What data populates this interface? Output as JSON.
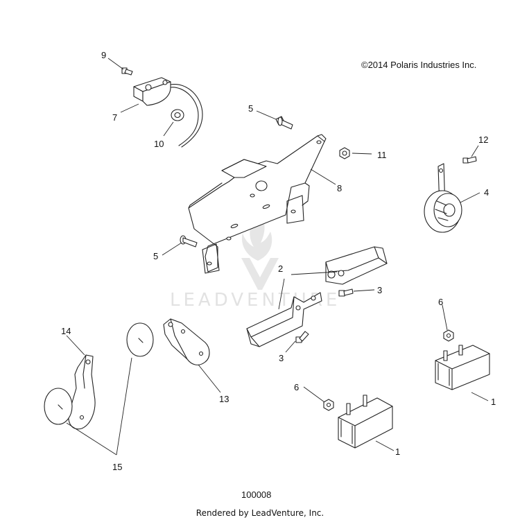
{
  "copyright": "©2014  Polaris Industries Inc.",
  "watermark": "LEADVENTURE",
  "figure_number": "100008",
  "rendered_by": "Rendered by LeadVenture, Inc.",
  "callouts": {
    "c9": "9",
    "c7": "7",
    "c10": "10",
    "c5a": "5",
    "c5b": "5",
    "c11": "11",
    "c8": "8",
    "c12": "12",
    "c4": "4",
    "c2": "2",
    "c3a": "3",
    "c3b": "3",
    "c6a": "6",
    "c6b": "6",
    "c14": "14",
    "c13": "13",
    "c15": "15",
    "c1a": "1",
    "c1b": "1"
  }
}
